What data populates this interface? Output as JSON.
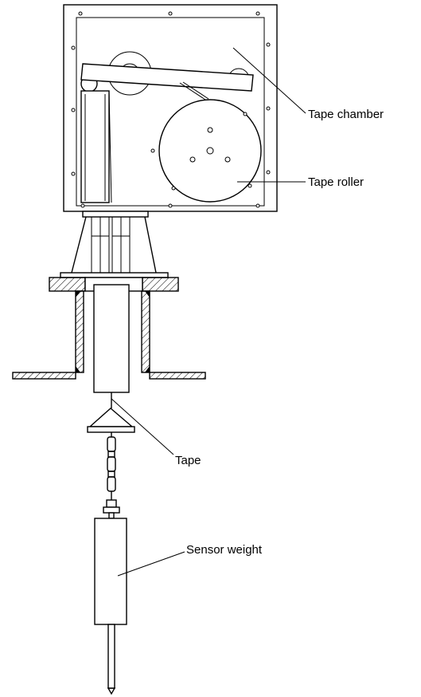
{
  "labels": {
    "tape_chamber": "Tape chamber",
    "tape_roller": "Tape roller",
    "tape": "Tape",
    "sensor_weight": "Sensor weight"
  }
}
